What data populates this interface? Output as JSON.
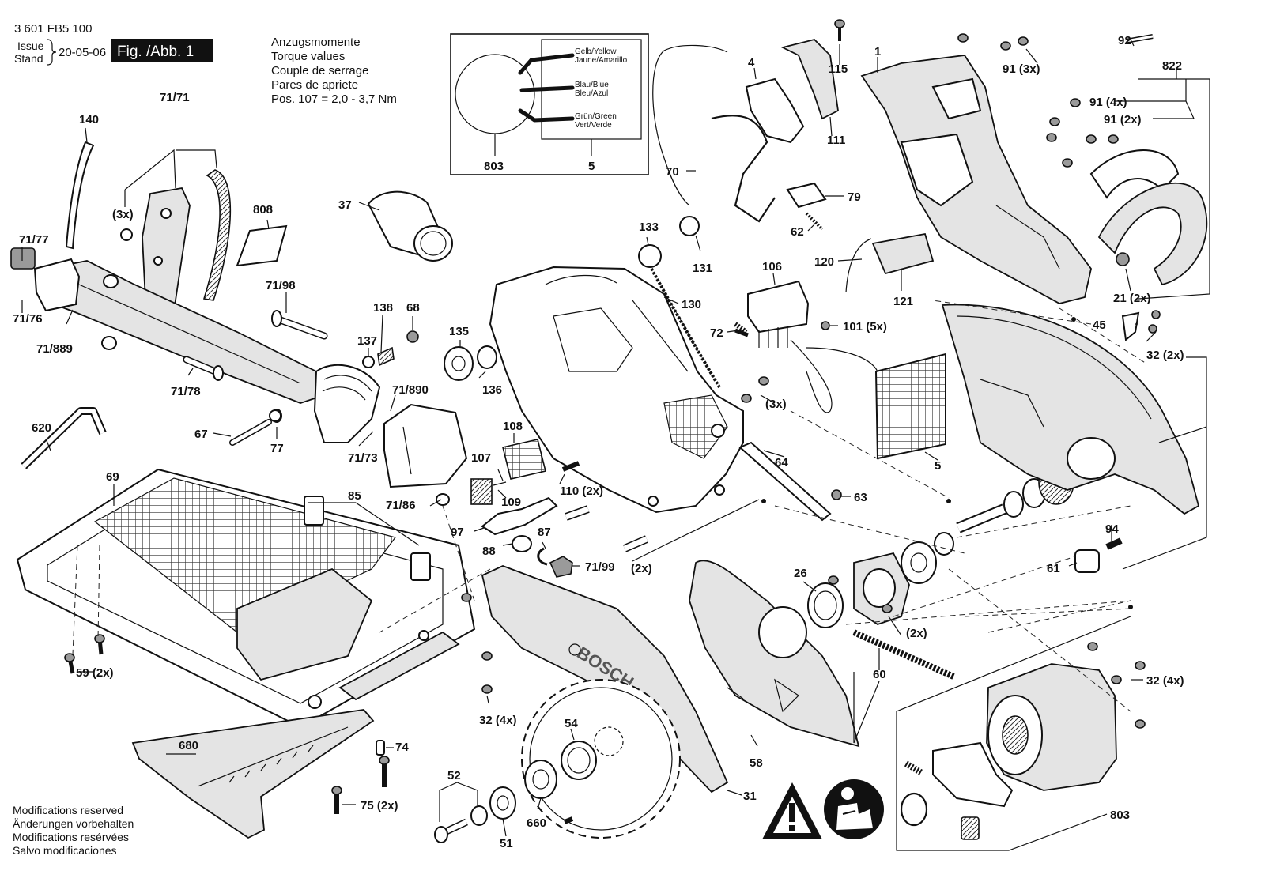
{
  "header": {
    "part_number": "3 601 FB5 100",
    "issue_label": "Issue",
    "stand_label": "Stand",
    "issue_date": "20-05-06",
    "figure_label": "Fig. /Abb. 1"
  },
  "torque_note": {
    "lines": [
      "Anzugsmomente",
      "Torque values",
      "Couple de serrage",
      "Pares de apriete"
    ],
    "pos_line": "Pos. 107 =  2,0 - 3,7 Nm"
  },
  "wiring_inset": {
    "wires": [
      {
        "line1": "Gelb/Yellow",
        "line2": "Jaune/Amarillo"
      },
      {
        "line1": "Blau/Blue",
        "line2": "Bleu/Azul"
      },
      {
        "line1": "Grün/Green",
        "line2": "Vert/Verde"
      }
    ],
    "label_left": "803",
    "label_right": "5"
  },
  "callouts": {
    "c1": "1",
    "c4": "4",
    "c5": "5",
    "c21": "21 (2x)",
    "c26": "26",
    "c31": "31",
    "c32a": "32 (2x)",
    "c32b": "32 (4x)",
    "c32c": "32 (4x)",
    "c37": "37",
    "c45": "45",
    "c51": "51",
    "c52": "52",
    "c54": "54",
    "c58": "58",
    "c59": "59 (2x)",
    "c60": "60",
    "c61": "61",
    "c62": "62",
    "c63": "63",
    "c64": "64",
    "c67": "67",
    "c68": "68",
    "c69": "69",
    "c70": "70",
    "c72": "72",
    "c74": "74",
    "c75": "75 (2x)",
    "c77": "77",
    "c79": "79",
    "c85": "85",
    "c87": "87",
    "c88": "88",
    "c91a": "91 (3x)",
    "c91b": "91 (4x)",
    "c91c": "91 (2x)",
    "c92": "92",
    "c94": "94",
    "c97": "97",
    "c101": "101 (5x)",
    "c106": "106",
    "c107": "107",
    "c108": "108",
    "c109": "109",
    "c110": "110 (2x)",
    "c111": "111",
    "c115": "115",
    "c120": "120",
    "c121": "121",
    "c130": "130",
    "c131": "131",
    "c133": "133",
    "c135": "135",
    "c136": "136",
    "c137": "137",
    "c138": "138",
    "c140": "140",
    "c620": "620",
    "c660": "660",
    "c680": "680",
    "c803": "803",
    "c808": "808",
    "c822": "822",
    "c7171": "71/71",
    "c7173": "71/73",
    "c7176": "71/76",
    "c7177": "71/77",
    "c7178": "71/78",
    "c7186": "71/86",
    "c7198": "71/98",
    "c7199": "71/99",
    "c71889": "71/889",
    "c71890": "71/890",
    "x3a": "(3x)",
    "x3b": "(3x)",
    "x2a": "(2x)",
    "x2b": "(2x)",
    "x5": "5"
  },
  "brand_text": "BOSCH",
  "modifications": [
    "Modifications reserved",
    "Änderungen vorbehalten",
    "Modifications resérvées",
    "Salvo modificaciones"
  ],
  "icons": [
    "warning-triangle-icon",
    "read-manual-icon"
  ]
}
